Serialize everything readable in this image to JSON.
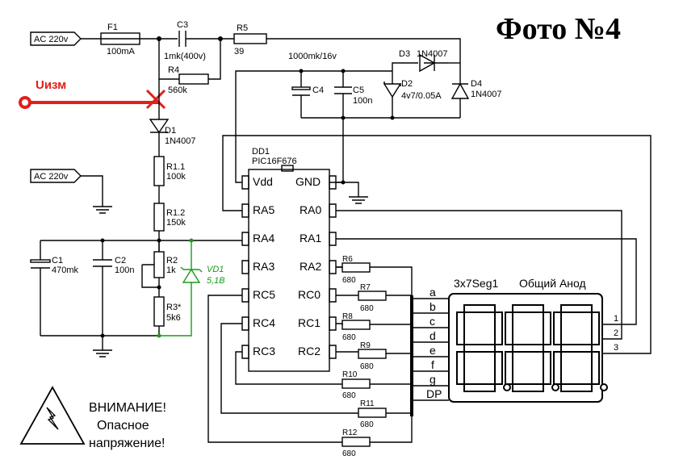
{
  "header": {
    "photo_label": "Фото №4"
  },
  "inputs": {
    "ac_top": "AC 220v",
    "ac_mid": "AC 220v",
    "u_meas": "Uизм"
  },
  "components": {
    "F1": {
      "ref": "F1",
      "value": "100mA"
    },
    "C3": {
      "ref": "C3",
      "value": "1mk(400v)"
    },
    "R4": {
      "ref": "R4",
      "value": "560k"
    },
    "R5": {
      "ref": "R5",
      "value": "39"
    },
    "C4": {
      "ref": "C4",
      "value": "1000mk/16v"
    },
    "C5": {
      "ref": "C5",
      "value": "100n"
    },
    "D2": {
      "ref": "D2",
      "value": "4v7/0.05A"
    },
    "D3": {
      "ref": "D3",
      "value": "1N4007"
    },
    "D4": {
      "ref": "D4",
      "value": "1N4007"
    },
    "D1": {
      "ref": "D1",
      "value": "1N4007"
    },
    "R1_1": {
      "ref": "R1.1",
      "value": "100k"
    },
    "R1_2": {
      "ref": "R1.2",
      "value": "150k"
    },
    "C1": {
      "ref": "C1",
      "value": "470mk"
    },
    "C2": {
      "ref": "C2",
      "value": "100n"
    },
    "R2": {
      "ref": "R2",
      "value": "1k"
    },
    "R3": {
      "ref": "R3*",
      "value": "5k6"
    },
    "VD1": {
      "ref": "VD1",
      "value": "5,1B"
    },
    "R6": {
      "ref": "R6",
      "value": "680"
    },
    "R7": {
      "ref": "R7",
      "value": "680"
    },
    "R8": {
      "ref": "R8",
      "value": "680"
    },
    "R9": {
      "ref": "R9",
      "value": "680"
    },
    "R10": {
      "ref": "R10",
      "value": "680"
    },
    "R11": {
      "ref": "R11",
      "value": "680"
    },
    "R12": {
      "ref": "R12",
      "value": "680"
    }
  },
  "mcu": {
    "ref": "DD1",
    "part": "PIC16F676",
    "pins_left": [
      "Vdd",
      "RA5",
      "RA4",
      "RA3",
      "RC5",
      "RC4",
      "RC3"
    ],
    "pins_right": [
      "GND",
      "RA0",
      "RA1",
      "RA2",
      "RC0",
      "RC1",
      "RC2"
    ]
  },
  "display": {
    "name": "3x7Seg1",
    "type": "Общий Анод",
    "segments": [
      "a",
      "b",
      "c",
      "d",
      "e",
      "f",
      "g",
      "DP"
    ],
    "digits": [
      "1",
      "2",
      "3"
    ]
  },
  "warning": {
    "line1": "ВНИМАНИЕ!",
    "line2": "Опасное",
    "line3": "напряжение!"
  },
  "colors": {
    "wire": "#000000",
    "measure": "#e0201a",
    "zener": "#1a9a1a"
  }
}
